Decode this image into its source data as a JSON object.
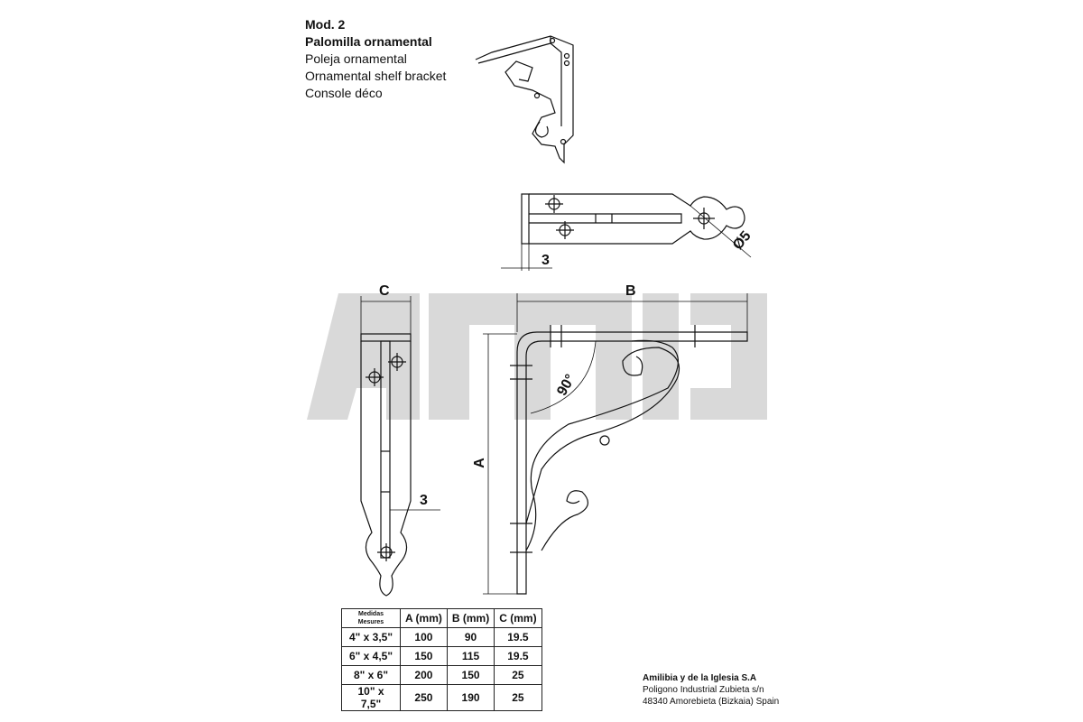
{
  "header": {
    "model": "Mod. 2",
    "name_es": "Palomilla ornamental",
    "name_eu": "Poleja ornamental",
    "name_en": "Ornamental shelf bracket",
    "name_fr": "Console déco"
  },
  "drawing": {
    "dim_a": "A",
    "dim_b": "B",
    "dim_c": "C",
    "thickness_top": "3",
    "thickness_side": "3",
    "hole_diameter": "Ø5",
    "angle": "90°",
    "watermark_color": "#d9d9d9"
  },
  "table": {
    "header_sizes_1": "Medidas",
    "header_sizes_2": "Mesures",
    "headers": [
      "A (mm)",
      "B (mm)",
      "C (mm)"
    ],
    "rows": [
      {
        "size": "4\" x 3,5\"",
        "a": "100",
        "b": "90",
        "c": "19.5"
      },
      {
        "size": "6\" x 4,5\"",
        "a": "150",
        "b": "115",
        "c": "19.5"
      },
      {
        "size": "8\" x 6\"",
        "a": "200",
        "b": "150",
        "c": "25"
      },
      {
        "size": "10\" x 7,5\"",
        "a": "250",
        "b": "190",
        "c": "25"
      }
    ]
  },
  "company": {
    "name": "Amilibia y de la Iglesia S.A",
    "address": "Poligono Industrial Zubieta s/n",
    "city": "48340 Amorebieta (Bizkaia) Spain"
  }
}
